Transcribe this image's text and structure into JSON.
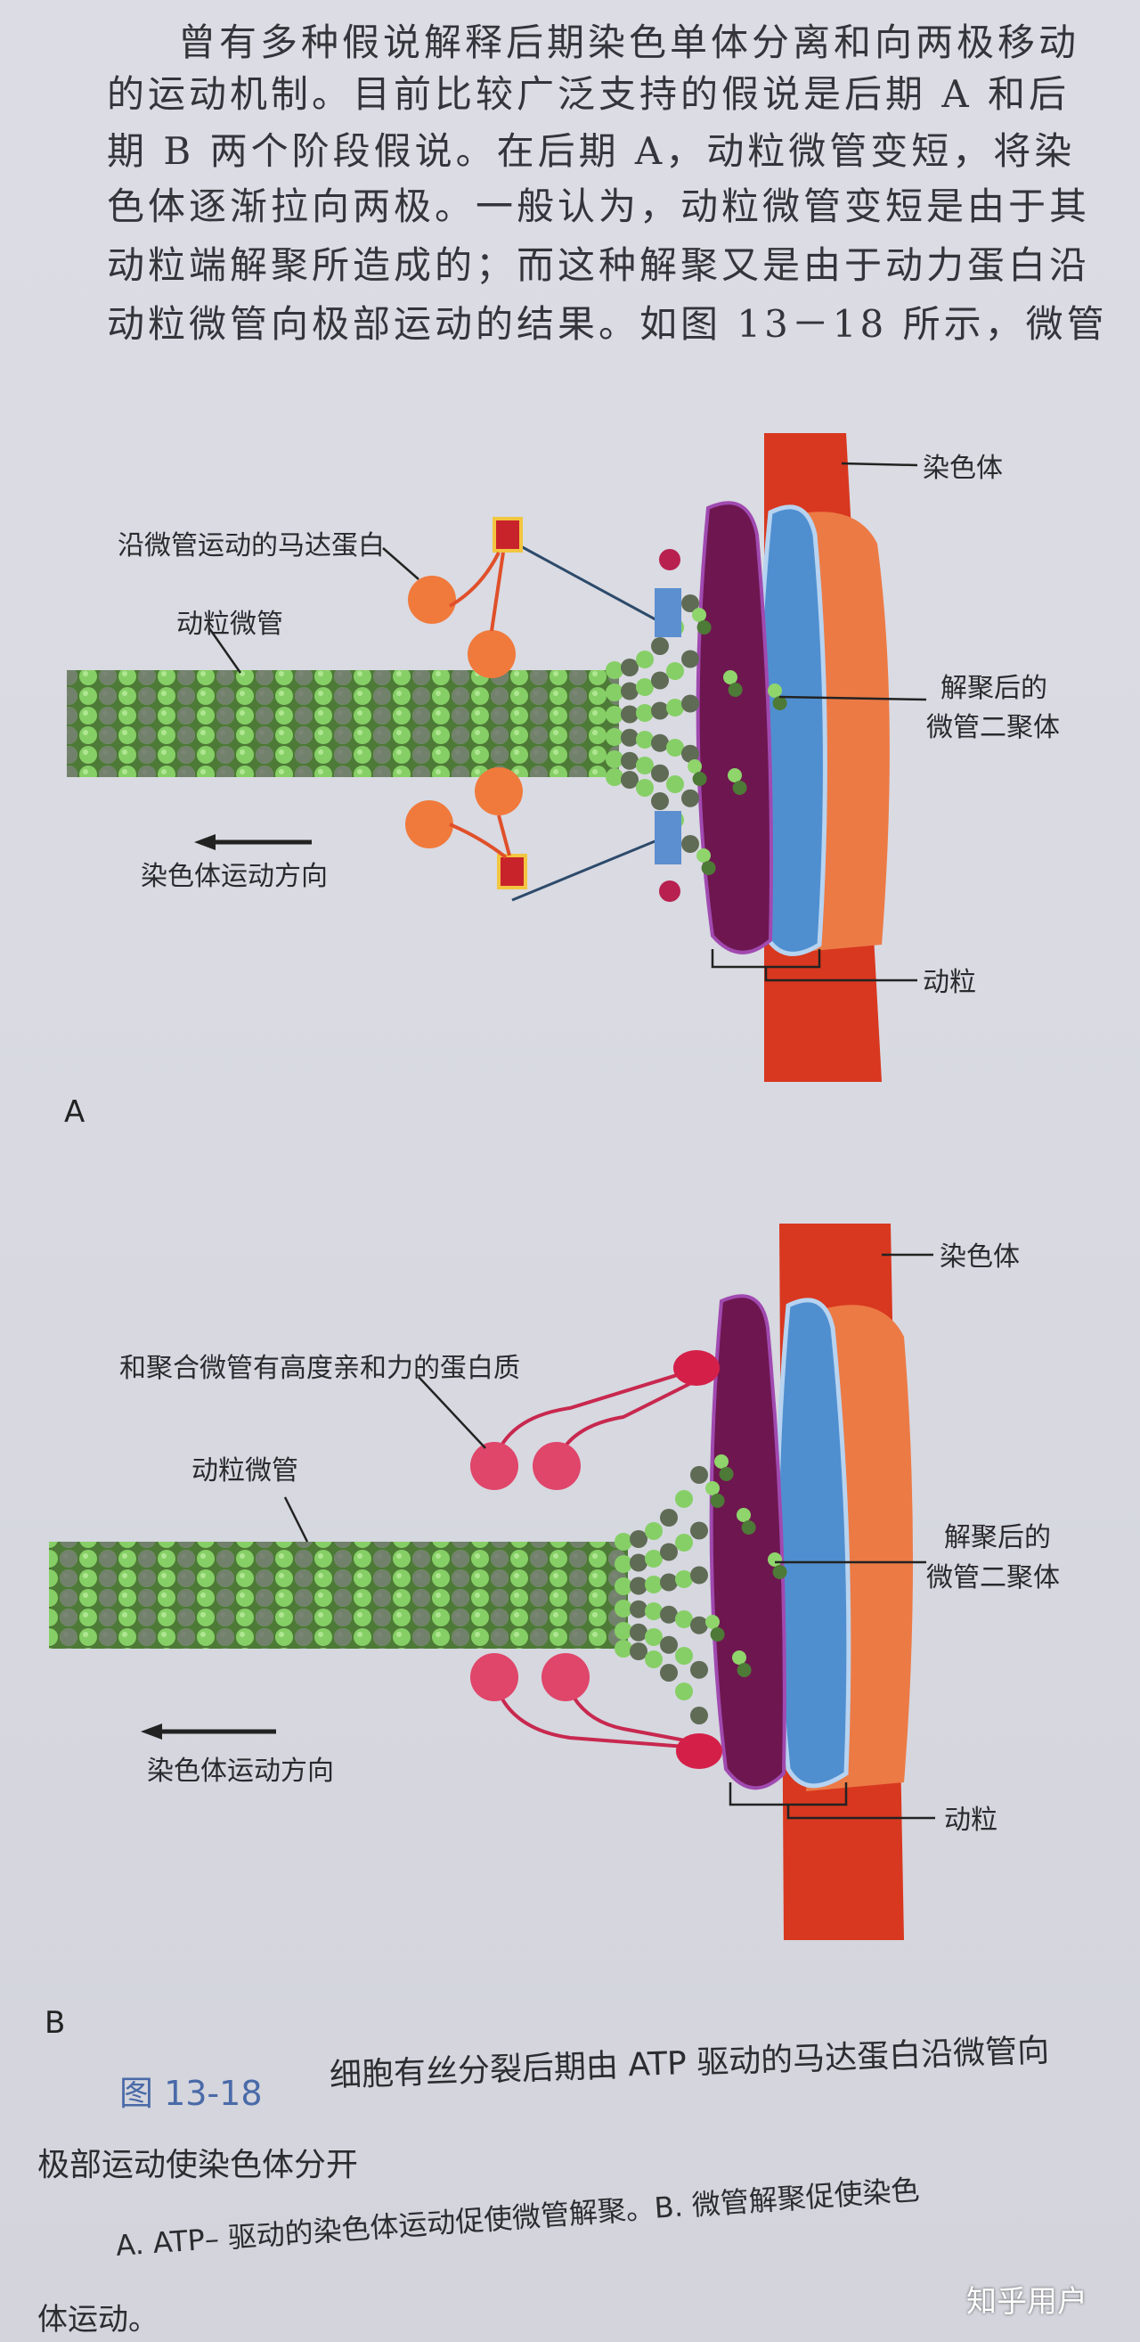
{
  "body_text": {
    "lines": [
      "曾有多种假说解释后期染色单体分离和向两极移动",
      "的运动机制。目前比较广泛支持的假说是后期 A 和后",
      "期 B 两个阶段假说。在后期 A，动粒微管变短，将染",
      "色体逐渐拉向两极。一般认为，动粒微管变短是由于其",
      "动粒端解聚所造成的；而这种解聚又是由于动力蛋白沿",
      "动粒微管向极部运动的结果。如图 13－18 所示，微管"
    ]
  },
  "figure_a": {
    "letter": "A",
    "labels": {
      "chromosome": "染色体",
      "motor_protein": "沿微管运动的马达蛋白",
      "kinetochore_microtubule": "动粒微管",
      "dimer_line1": "解聚后的",
      "dimer_line2": "微管二聚体",
      "direction": "染色体运动方向",
      "kinetochore": "动粒"
    }
  },
  "figure_b": {
    "letter": "B",
    "labels": {
      "chromosome": "染色体",
      "affinity_protein": "和聚合微管有高度亲和力的蛋白质",
      "kinetochore_microtubule": "动粒微管",
      "dimer_line1": "解聚后的",
      "dimer_line2": "微管二聚体",
      "direction": "染色体运动方向",
      "kinetochore": "动粒"
    }
  },
  "caption": {
    "figure_number": "图 13-18",
    "title_line1": "细胞有丝分裂后期由 ATP 驱动的马达蛋白沿微管向",
    "title_line2": "极部运动使染色体分开",
    "desc_line1": "A. ATP– 驱动的染色体运动促使微管解聚。B. 微管解聚促使染色",
    "desc_line2": "体运动。"
  },
  "watermark": "知乎用户",
  "colors": {
    "chromosome_red": "#d8381f",
    "chromatid_orange": "#ec7a45",
    "kinetochore_purple": "#6e1650",
    "kinetochore_blue": "#4f8fd0",
    "tubulin_green": "#7cc65a",
    "tubulin_gray": "#6b6b6b",
    "motor_orange": "#f07a3c",
    "affinity_pink": "#e0456a",
    "figure_number_blue": "#4a6aa8"
  }
}
